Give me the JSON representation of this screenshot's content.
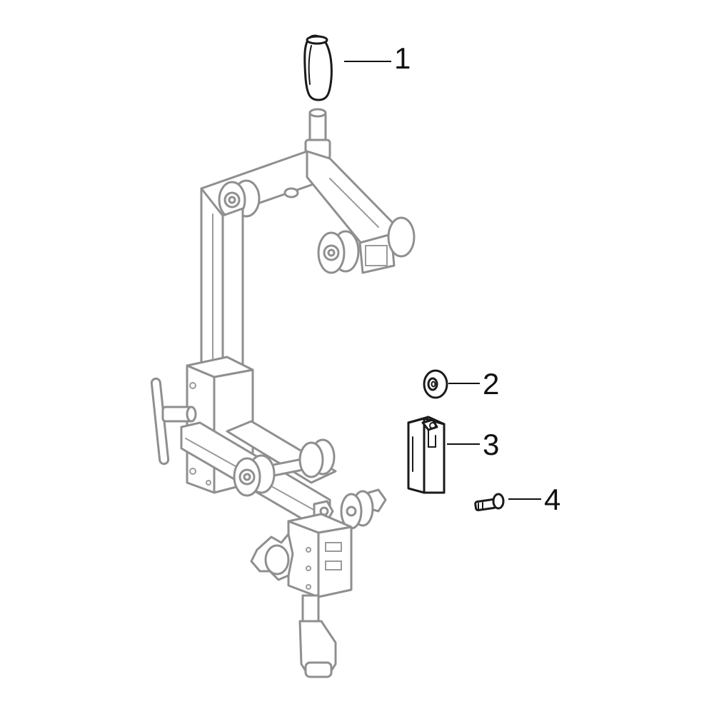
{
  "callouts": [
    {
      "number": "1",
      "part": "handle-knob"
    },
    {
      "number": "2",
      "part": "washer"
    },
    {
      "number": "3",
      "part": "clamp-block"
    },
    {
      "number": "4",
      "part": "screw"
    }
  ]
}
